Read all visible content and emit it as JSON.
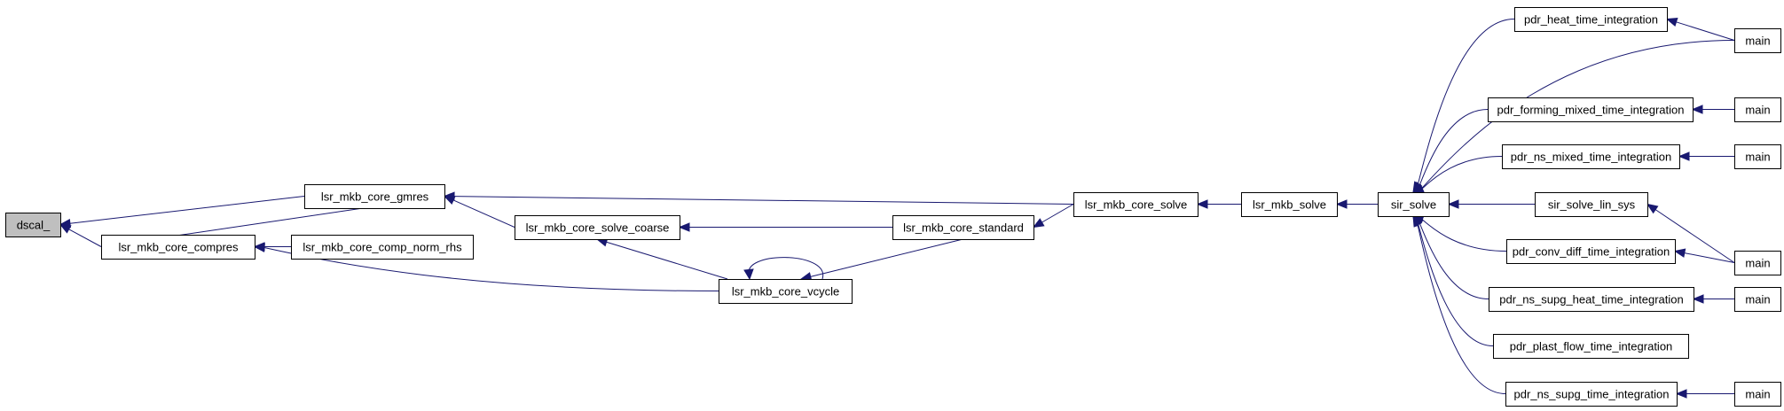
{
  "diagram": {
    "colors": {
      "edge": "#191970",
      "node_fill": "#ffffff",
      "root_fill": "#bfbfbf",
      "node_stroke": "#000000"
    },
    "nodes": [
      {
        "id": "dscal",
        "label": "dscal_"
      },
      {
        "id": "gmres",
        "label": "lsr_mkb_core_gmres"
      },
      {
        "id": "compres",
        "label": "lsr_mkb_core_compres"
      },
      {
        "id": "comp_norm_rhs",
        "label": "lsr_mkb_core_comp_norm_rhs"
      },
      {
        "id": "solve_coarse",
        "label": "lsr_mkb_core_solve_coarse"
      },
      {
        "id": "vcycle",
        "label": "lsr_mkb_core_vcycle"
      },
      {
        "id": "standard",
        "label": "lsr_mkb_core_standard"
      },
      {
        "id": "core_solve",
        "label": "lsr_mkb_core_solve"
      },
      {
        "id": "mkb_solve",
        "label": "lsr_mkb_solve"
      },
      {
        "id": "sir_solve",
        "label": "sir_solve"
      },
      {
        "id": "heat",
        "label": "pdr_heat_time_integration"
      },
      {
        "id": "forming",
        "label": "pdr_forming_mixed_time_integration"
      },
      {
        "id": "ns_mixed",
        "label": "pdr_ns_mixed_time_integration"
      },
      {
        "id": "lin_sys",
        "label": "sir_solve_lin_sys"
      },
      {
        "id": "conv_diff",
        "label": "pdr_conv_diff_time_integration"
      },
      {
        "id": "ns_supg_heat",
        "label": "pdr_ns_supg_heat_time_integration"
      },
      {
        "id": "plast_flow",
        "label": "pdr_plast_flow_time_integration"
      },
      {
        "id": "ns_supg",
        "label": "pdr_ns_supg_time_integration"
      },
      {
        "id": "main1",
        "label": "main"
      },
      {
        "id": "main2",
        "label": "main"
      },
      {
        "id": "main3",
        "label": "main"
      },
      {
        "id": "main4",
        "label": "main"
      },
      {
        "id": "main5",
        "label": "main"
      },
      {
        "id": "main6",
        "label": "main"
      }
    ],
    "edges": [
      {
        "from": "gmres",
        "to": "dscal"
      },
      {
        "from": "compres",
        "to": "dscal"
      },
      {
        "from": "compres",
        "to": "gmres"
      },
      {
        "from": "solve_coarse",
        "to": "gmres"
      },
      {
        "from": "core_solve",
        "to": "gmres"
      },
      {
        "from": "comp_norm_rhs",
        "to": "compres"
      },
      {
        "from": "vcycle",
        "to": "compres"
      },
      {
        "from": "standard",
        "to": "solve_coarse"
      },
      {
        "from": "vcycle",
        "to": "solve_coarse"
      },
      {
        "from": "vcycle",
        "to": "vcycle"
      },
      {
        "from": "standard",
        "to": "vcycle"
      },
      {
        "from": "core_solve",
        "to": "standard"
      },
      {
        "from": "mkb_solve",
        "to": "core_solve"
      },
      {
        "from": "sir_solve",
        "to": "mkb_solve"
      },
      {
        "from": "heat",
        "to": "sir_solve"
      },
      {
        "from": "main1",
        "to": "sir_solve"
      },
      {
        "from": "forming",
        "to": "sir_solve"
      },
      {
        "from": "ns_mixed",
        "to": "sir_solve"
      },
      {
        "from": "lin_sys",
        "to": "sir_solve"
      },
      {
        "from": "conv_diff",
        "to": "sir_solve"
      },
      {
        "from": "ns_supg_heat",
        "to": "sir_solve"
      },
      {
        "from": "plast_flow",
        "to": "sir_solve"
      },
      {
        "from": "ns_supg",
        "to": "sir_solve"
      },
      {
        "from": "main1",
        "to": "heat"
      },
      {
        "from": "main2",
        "to": "forming"
      },
      {
        "from": "main3",
        "to": "ns_mixed"
      },
      {
        "from": "main4",
        "to": "lin_sys"
      },
      {
        "from": "main4",
        "to": "conv_diff"
      },
      {
        "from": "main5",
        "to": "ns_supg_heat"
      },
      {
        "from": "main6",
        "to": "ns_supg"
      }
    ]
  }
}
